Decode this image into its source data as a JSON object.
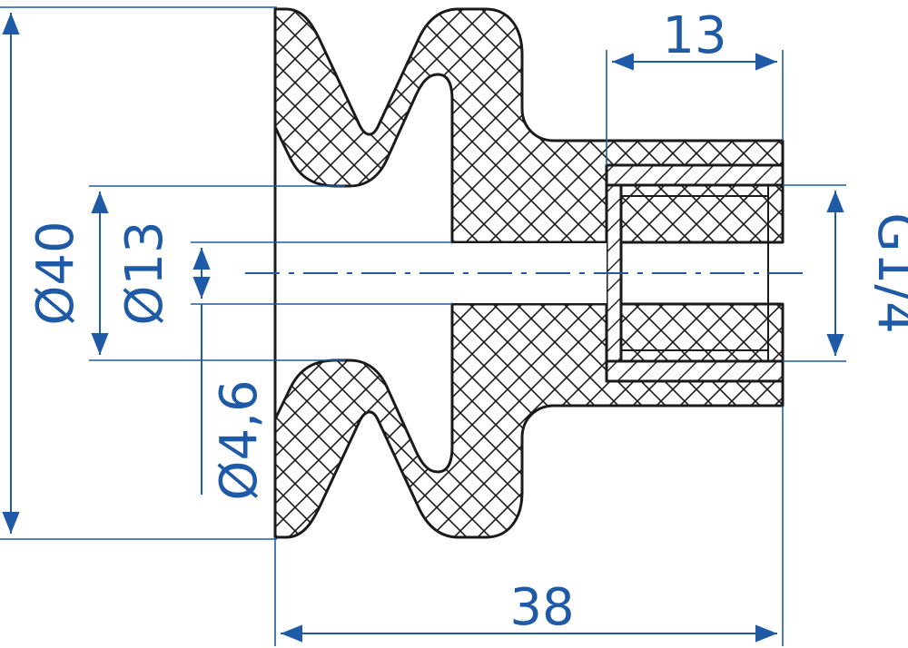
{
  "colors": {
    "dimension": "#1f5aa6",
    "outline": "#1a1a1a",
    "background": "#ffffff"
  },
  "dimensions": {
    "overall_diameter": "Ø40",
    "inner_diameter": "Ø13",
    "hole_diameter": "Ø4,6",
    "thread": "G1/4",
    "fitting_length": "13",
    "overall_length": "38"
  }
}
